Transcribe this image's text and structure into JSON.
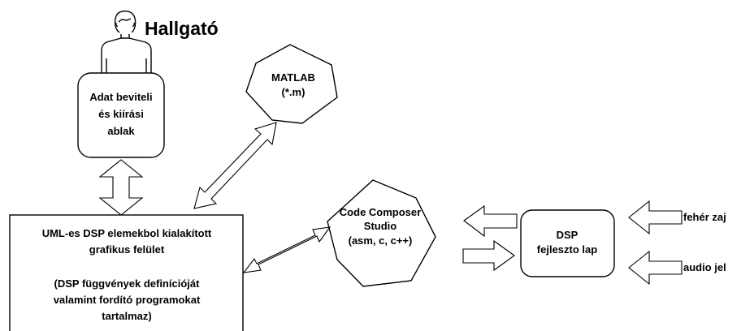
{
  "user": {
    "label": "Hallgató"
  },
  "io_window": {
    "lines": [
      "Adat beviteli",
      "és kiírási",
      "ablak"
    ]
  },
  "matlab": {
    "lines": [
      "MATLAB",
      "(*.m)"
    ]
  },
  "uml_gui": {
    "lines": [
      "UML-es DSP elemekbol kialakított",
      "grafikus felület",
      "",
      "(DSP függvények definícióját",
      "valamint fordító programokat",
      "tartalmaz)"
    ]
  },
  "ccs": {
    "lines": [
      "Code Composer",
      "Studio",
      "(asm, c, c++)"
    ]
  },
  "dsp_board": {
    "lines": [
      "DSP",
      "fejleszto lap"
    ]
  },
  "inputs": {
    "white_noise": "fehér zaj",
    "audio": "audio jel"
  }
}
